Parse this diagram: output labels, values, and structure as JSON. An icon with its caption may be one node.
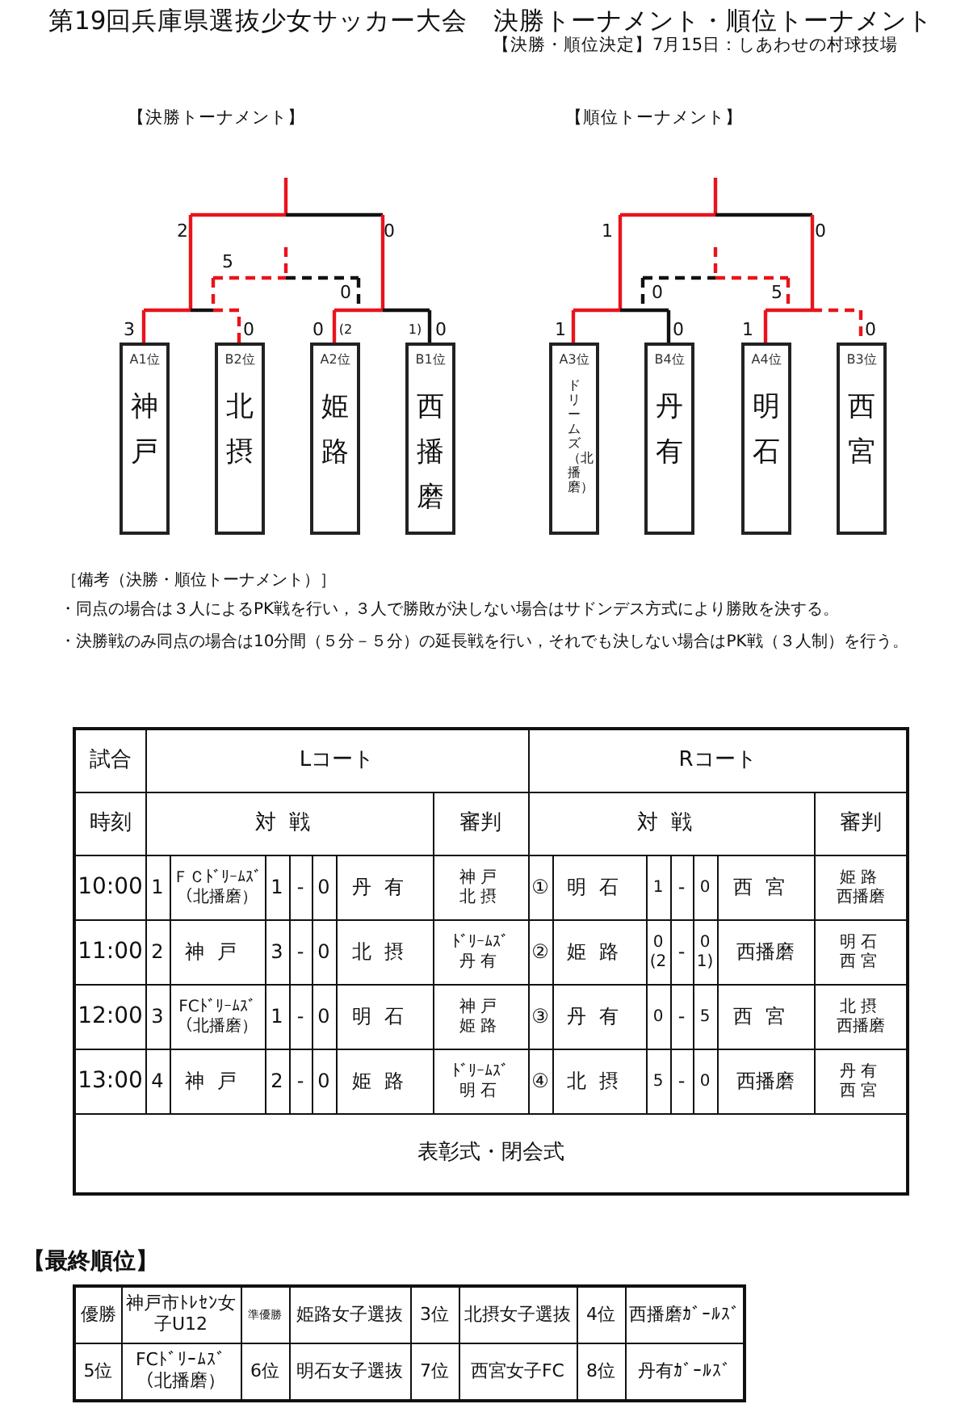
{
  "diagram": {
    "title": "第19回兵庫県選抜少女サッカー大会　決勝トーナメント・順位トーナメント",
    "nodes": [
      {
        "text": [
          "A1位",
          "神戸"
        ]
      },
      {
        "text": [
          "B2位",
          "北摂"
        ]
      },
      {
        "text": [
          "A2位",
          "姫路"
        ]
      },
      {
        "text": [
          "B1位",
          "西播磨"
        ]
      },
      {
        "text": [
          "A3位",
          "ドリームズ（北播磨）"
        ]
      },
      {
        "text": [
          "B4位",
          "丹有"
        ]
      },
      {
        "text": [
          "A4位",
          "明石"
        ]
      },
      {
        "text": [
          "B3位",
          "西宮"
        ]
      }
    ],
    "labels": [
      "【決勝・順位決定】7月15日：しあわせの村球技場",
      "【決勝トーナメント】",
      "【順位トーナメント】",
      "2",
      "0",
      "5",
      "0",
      "3",
      "0",
      "0",
      "(2",
      "1)",
      "0",
      "1",
      "0",
      "0",
      "5",
      "1",
      "0",
      "1",
      "0",
      "［備考（決勝・順位トーナメント）］",
      "・同点の場合は３人によるPK戦を行い，３人で勝敗が決しない場合はサドンデス方式により勝敗を決する。",
      "・決勝戦のみ同点の場合は10分間（５分－５分）の延長戦を行い，それでも決しない場合はPK戦（３人制）を行う。",
      "試合",
      "Lコート",
      "Rコート",
      "時刻",
      "対戦",
      "審判",
      "対戦",
      "審判",
      "10:00",
      "1",
      "ＦＣﾄﾞﾘｰﾑｽﾞ（北播磨）",
      "1",
      "-",
      "0",
      "丹有",
      "神戸",
      "北摂",
      "①",
      "明石",
      "1",
      "-",
      "0",
      "西宮",
      "姫路",
      "西播磨",
      "11:00",
      "2",
      "神戸",
      "3",
      "-",
      "0",
      "北摂",
      "ﾄﾞﾘｰﾑｽﾞ",
      "丹有",
      "②",
      "姫路",
      "0 (2",
      "-",
      "0 1)",
      "西播磨",
      "明石",
      "西宮",
      "12:00",
      "3",
      "FCﾄﾞﾘｰﾑｽﾞ（北播磨）",
      "1",
      "-",
      "0",
      "明石",
      "神戸",
      "姫路",
      "③",
      "丹有",
      "0",
      "-",
      "5",
      "西宮",
      "北摂",
      "西播磨",
      "13:00",
      "4",
      "神戸",
      "2",
      "-",
      "0",
      "姫路",
      "ﾄﾞﾘｰﾑｽﾞ",
      "明石",
      "④",
      "北摂",
      "5",
      "-",
      "0",
      "西播磨",
      "丹有",
      "西宮",
      "表彰式・閉会式",
      "【最終順位】",
      "優勝",
      "神戸市ﾄﾚｾﾝ女子U12",
      "準優勝",
      "姫路女子選抜",
      "3位",
      "北摂女子選抜",
      "4位",
      "西播磨ｶﾞｰﾙｽﾞ",
      "5位",
      "FCﾄﾞﾘｰﾑｽﾞ（北播磨）",
      "6位",
      "明石女子選抜",
      "7位",
      "西宮女子FC",
      "8位",
      "丹有ｶﾞｰﾙｽﾞ"
    ]
  }
}
